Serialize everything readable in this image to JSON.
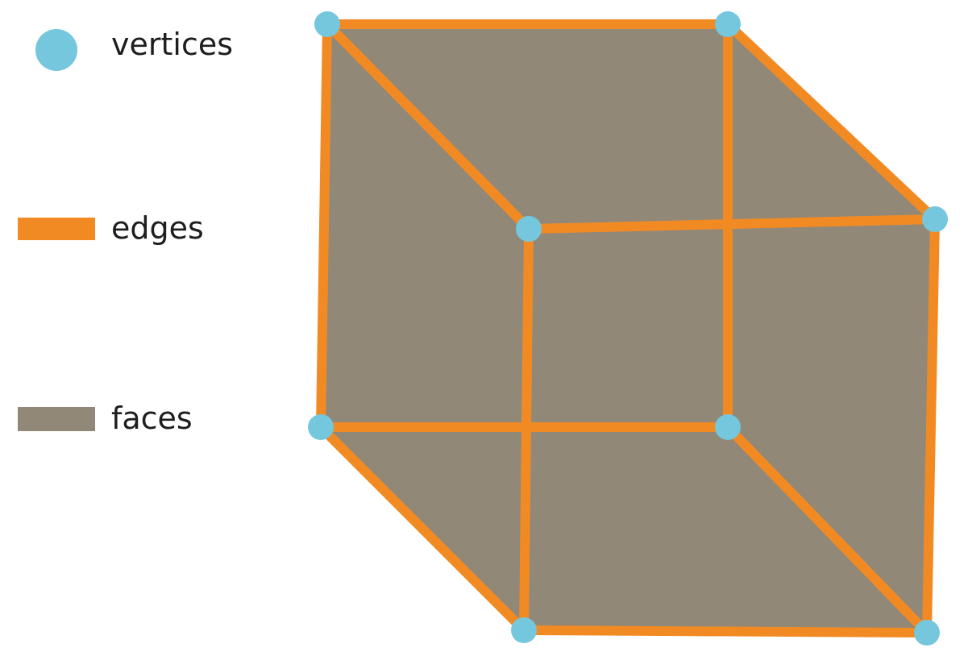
{
  "legend": {
    "vertices": {
      "label": "vertices",
      "icon": "vertex-dot-icon"
    },
    "edges": {
      "label": "edges",
      "icon": "edge-bar-icon"
    },
    "faces": {
      "label": "faces",
      "icon": "face-swatch-icon"
    }
  },
  "colors": {
    "vertex": "#74c7dc",
    "edge": "#f28a24",
    "face": "#928878",
    "text": "#1e1e1e"
  }
}
